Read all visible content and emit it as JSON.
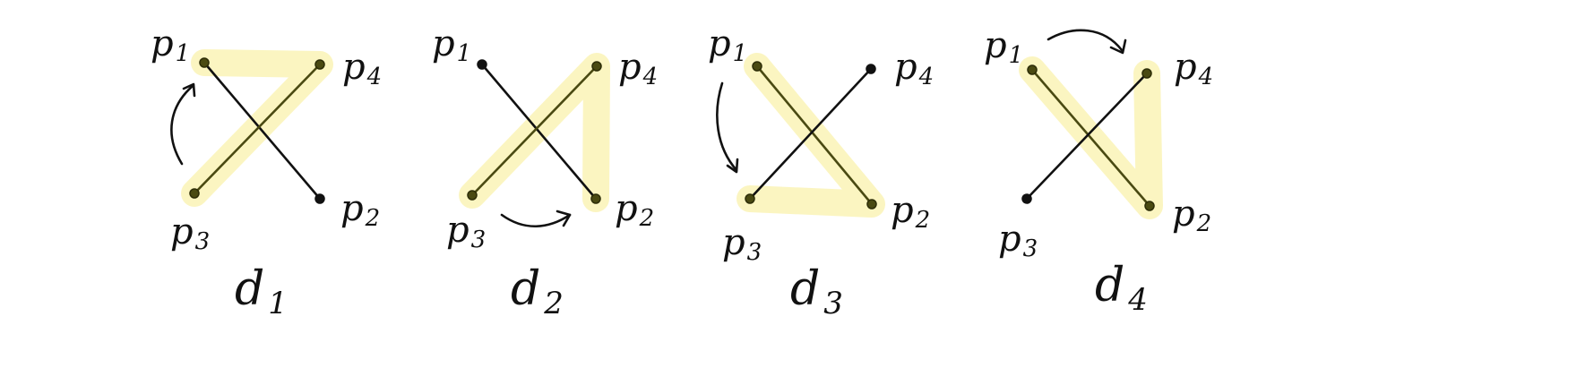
{
  "colors": {
    "highlight": "#faf3b6",
    "highlighted_line": "#4a4a12",
    "plain_line": "#111111"
  },
  "panels": [
    {
      "label": "d",
      "label_sub": "1",
      "points": [
        {
          "name": "p",
          "sub": "1"
        },
        {
          "name": "p",
          "sub": "2"
        },
        {
          "name": "p",
          "sub": "3"
        },
        {
          "name": "p",
          "sub": "4"
        }
      ],
      "edges": [
        [
          "p1",
          "p2"
        ],
        [
          "p3",
          "p4"
        ]
      ],
      "highlighted_path": [
        "p3",
        "p4",
        "p1"
      ],
      "arrow_from_to": [
        "p3",
        "p1"
      ]
    },
    {
      "label": "d",
      "label_sub": "2",
      "points": [
        {
          "name": "p",
          "sub": "1"
        },
        {
          "name": "p",
          "sub": "2"
        },
        {
          "name": "p",
          "sub": "3"
        },
        {
          "name": "p",
          "sub": "4"
        }
      ],
      "edges": [
        [
          "p1",
          "p2"
        ],
        [
          "p3",
          "p4"
        ]
      ],
      "highlighted_path": [
        "p3",
        "p4",
        "p2"
      ],
      "arrow_from_to": [
        "p3",
        "p2"
      ]
    },
    {
      "label": "d",
      "label_sub": "3",
      "points": [
        {
          "name": "p",
          "sub": "1"
        },
        {
          "name": "p",
          "sub": "2"
        },
        {
          "name": "p",
          "sub": "3"
        },
        {
          "name": "p",
          "sub": "4"
        }
      ],
      "edges": [
        [
          "p1",
          "p2"
        ],
        [
          "p3",
          "p4"
        ]
      ],
      "highlighted_path": [
        "p1",
        "p2",
        "p3"
      ],
      "arrow_from_to": [
        "p1",
        "p3"
      ]
    },
    {
      "label": "d",
      "label_sub": "4",
      "points": [
        {
          "name": "p",
          "sub": "1"
        },
        {
          "name": "p",
          "sub": "2"
        },
        {
          "name": "p",
          "sub": "3"
        },
        {
          "name": "p",
          "sub": "4"
        }
      ],
      "edges": [
        [
          "p1",
          "p2"
        ],
        [
          "p3",
          "p4"
        ]
      ],
      "highlighted_path": [
        "p1",
        "p2",
        "p4"
      ],
      "arrow_from_to": [
        "p1",
        "p4"
      ]
    }
  ]
}
